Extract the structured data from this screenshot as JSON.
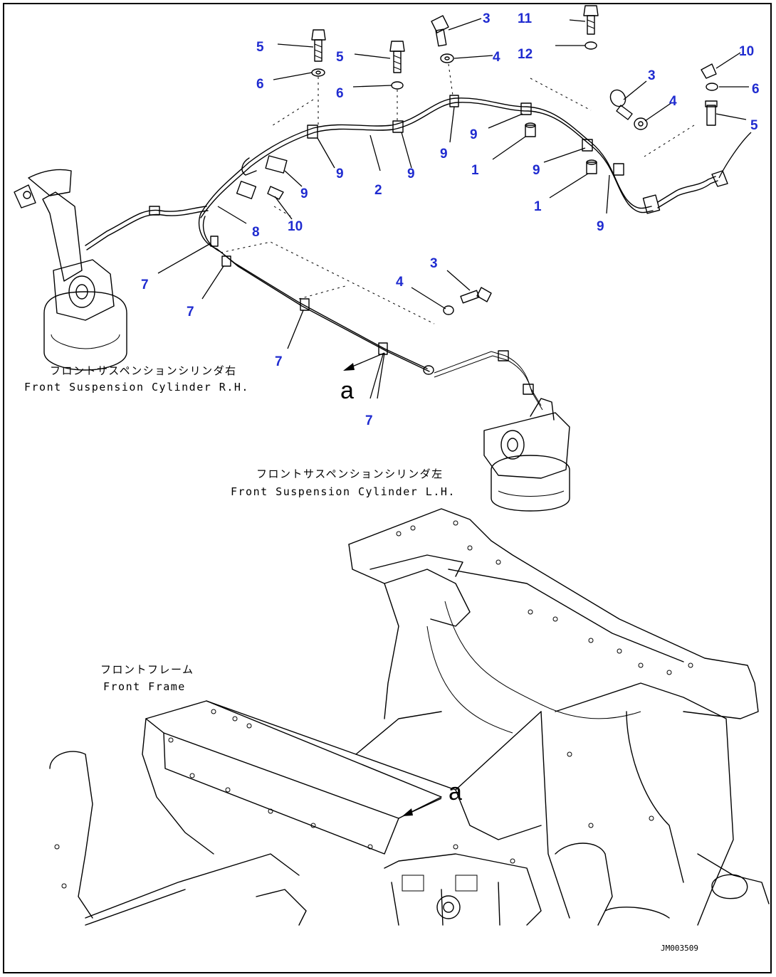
{
  "labels": {
    "cylinder_rh_jp": "フロントサスペンションシリンダ右",
    "cylinder_rh_en": "Front Suspension Cylinder R.H.",
    "cylinder_lh_jp": "フロントサスペンションシリンダ左",
    "cylinder_lh_en": "Front Suspension Cylinder L.H.",
    "frame_jp": "フロントフレーム",
    "frame_en": "Front Frame",
    "view_a_top": "a",
    "view_a_bottom": "a",
    "drawing_code": "JM003509"
  },
  "callouts": [
    {
      "id": "c1",
      "text": "1"
    },
    {
      "id": "c2",
      "text": "1"
    },
    {
      "id": "c3",
      "text": "2"
    },
    {
      "id": "c4",
      "text": "3"
    },
    {
      "id": "c5",
      "text": "3"
    },
    {
      "id": "c6",
      "text": "3"
    },
    {
      "id": "c7",
      "text": "4"
    },
    {
      "id": "c8",
      "text": "4"
    },
    {
      "id": "c9",
      "text": "4"
    },
    {
      "id": "c10",
      "text": "5"
    },
    {
      "id": "c11",
      "text": "5"
    },
    {
      "id": "c12",
      "text": "5"
    },
    {
      "id": "c13",
      "text": "6"
    },
    {
      "id": "c14",
      "text": "6"
    },
    {
      "id": "c15",
      "text": "6"
    },
    {
      "id": "c16",
      "text": "7"
    },
    {
      "id": "c17",
      "text": "7"
    },
    {
      "id": "c18",
      "text": "7"
    },
    {
      "id": "c19",
      "text": "7"
    },
    {
      "id": "c20",
      "text": "8"
    },
    {
      "id": "c21",
      "text": "9"
    },
    {
      "id": "c22",
      "text": "9"
    },
    {
      "id": "c23",
      "text": "9"
    },
    {
      "id": "c24",
      "text": "9"
    },
    {
      "id": "c25",
      "text": "9"
    },
    {
      "id": "c26",
      "text": "9"
    },
    {
      "id": "c27",
      "text": "9"
    },
    {
      "id": "c28",
      "text": "10"
    },
    {
      "id": "c29",
      "text": "10"
    },
    {
      "id": "c30",
      "text": "11"
    },
    {
      "id": "c31",
      "text": "12"
    }
  ],
  "colors": {
    "callout": "#1f2bd0",
    "line": "#000000",
    "background": "#ffffff"
  }
}
